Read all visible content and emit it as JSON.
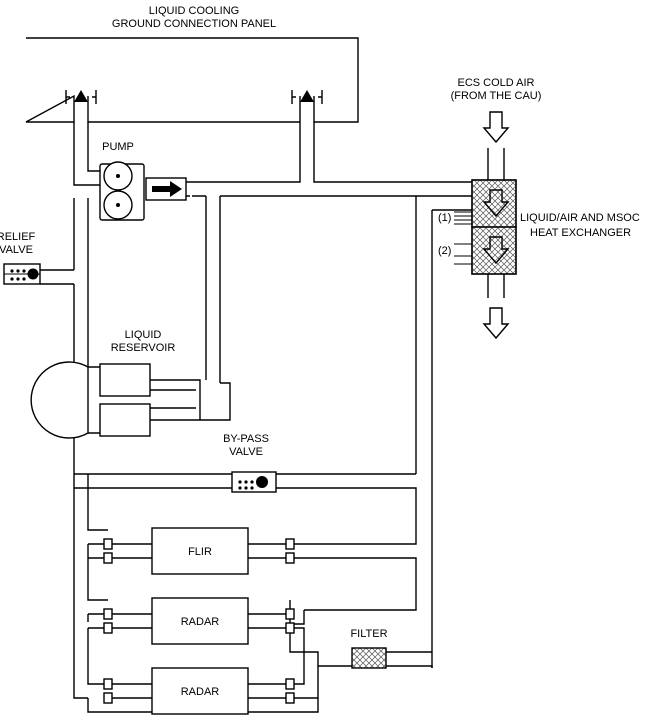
{
  "labels": {
    "panel": [
      "LIQUID COOLING",
      "GROUND CONNECTION PANEL"
    ],
    "ecs": [
      "ECS COLD AIR",
      "(FROM THE CAU)"
    ],
    "pump": "PUMP",
    "relief": [
      "RELIEF",
      "VALVE"
    ],
    "hx": [
      "LIQUID/AIR AND MSOC",
      "HEAT EXCHANGER"
    ],
    "hx_port_1": "(1)",
    "hx_port_2": "(2)",
    "reservoir": [
      "LIQUID",
      "RESERVOIR"
    ],
    "bypass": [
      "BY-PASS",
      "VALVE"
    ],
    "flir": "FLIR",
    "radar_1": "RADAR",
    "radar_2": "RADAR",
    "filter": "FILTER"
  },
  "icons": {
    "quick_disconnect": "quick-disconnect-triangle-icon",
    "air_arrow": "hollow-down-arrow-icon",
    "flow_arrow": "solid-right-arrow-icon"
  }
}
